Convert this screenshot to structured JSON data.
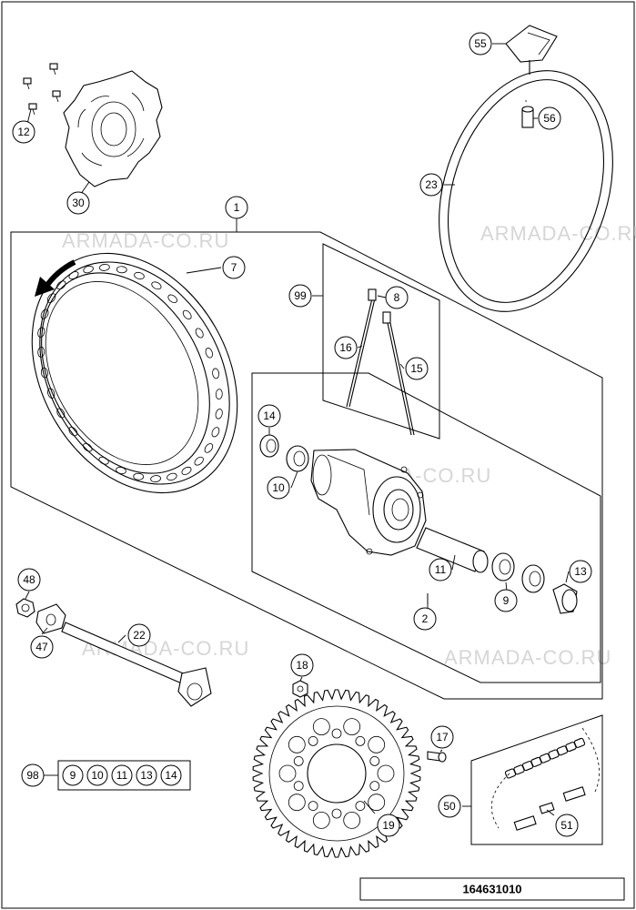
{
  "document_number": "164631010",
  "watermark": "ARMADA-CO.RU",
  "callouts": {
    "c1": "1",
    "c2": "2",
    "c7": "7",
    "c8": "8",
    "c9": "9",
    "c10": "10",
    "c11": "11",
    "c12": "12",
    "c13": "13",
    "c14": "14",
    "c15": "15",
    "c16": "16",
    "c17": "17",
    "c18": "18",
    "c19": "19",
    "c22": "22",
    "c23": "23",
    "c30": "30",
    "c47": "47",
    "c48": "48",
    "c50": "50",
    "c51": "51",
    "c55": "55",
    "c56": "56",
    "c99": "99",
    "c98": "98"
  },
  "kit_98_parts": [
    "9",
    "10",
    "11",
    "13",
    "14"
  ]
}
